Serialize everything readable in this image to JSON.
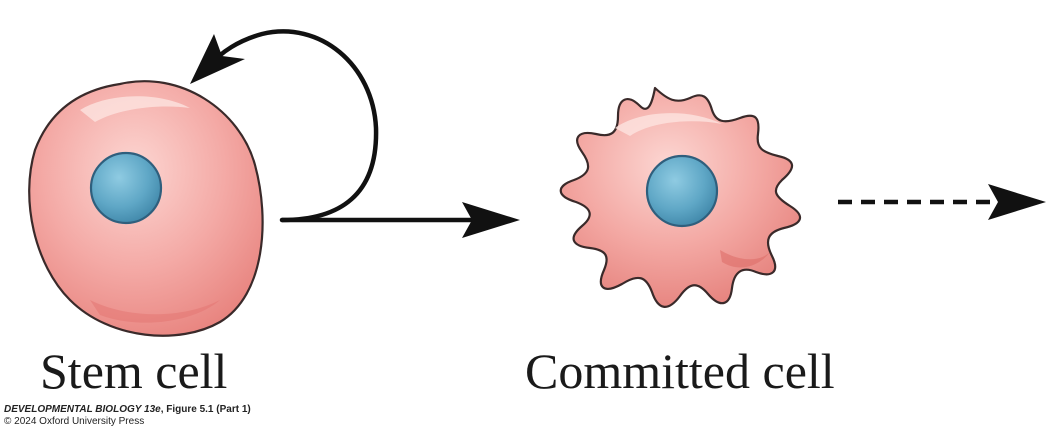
{
  "heading": {
    "text": ""
  },
  "diagram": {
    "stem_cell": {
      "label": "Stem cell"
    },
    "committed_cell": {
      "label": "Committed cell"
    },
    "colors": {
      "cytoplasm": "#f4aaa6",
      "cytoplasm_highlight": "#fbd0cc",
      "cytoplasm_shadow": "#e88682",
      "nucleus": "#5fa7c6",
      "nucleus_outline": "#2f5f7d",
      "outline": "#3a2a2a",
      "arrow": "#111111"
    }
  },
  "credit": {
    "book": "DEVELOPMENTAL BIOLOGY 13e",
    "figure": ", Figure 5.1 (Part 1)",
    "copyright": "© 2024 Oxford University Press"
  }
}
